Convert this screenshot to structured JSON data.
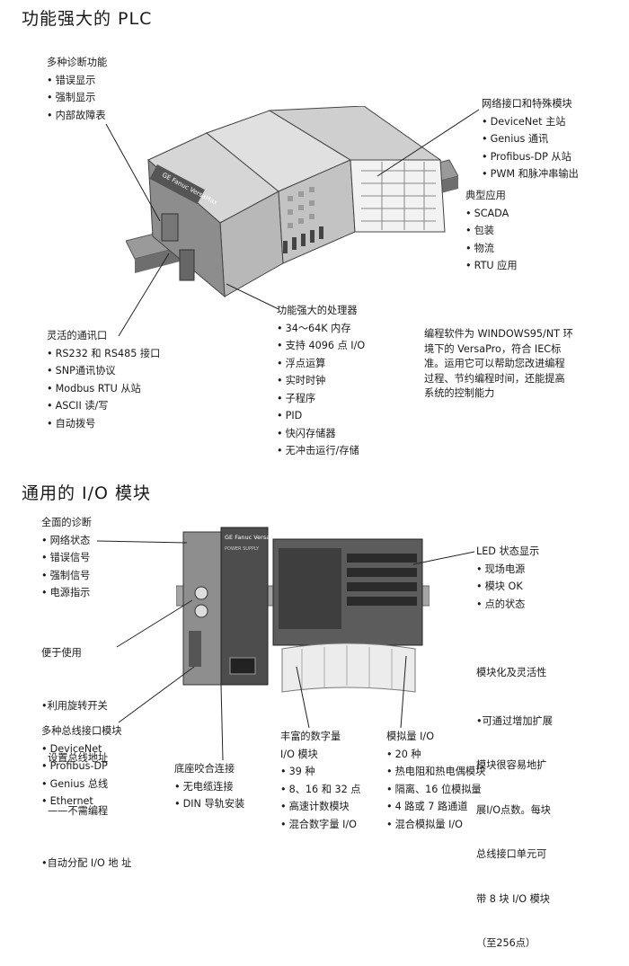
{
  "plc": {
    "title": "功能强大的 PLC",
    "diagnostics": {
      "title": "多种诊断功能",
      "items": [
        "错误显示",
        "强制显示",
        "内部故障表"
      ]
    },
    "network": {
      "title": "网络接口和特殊模块",
      "items": [
        "DeviceNet 主站",
        "Genius 通讯",
        "Profibus-DP 从站",
        "PWM 和脉冲串输出"
      ]
    },
    "applications": {
      "title": "典型应用",
      "items": [
        "SCADA",
        "包装",
        "物流",
        "RTU 应用"
      ]
    },
    "comm": {
      "title": "灵活的通讯口",
      "items": [
        "RS232 和 RS485 接口",
        "SNP通讯协议",
        "Modbus RTU 从站",
        "ASCII 读/写",
        "自动拨号"
      ]
    },
    "processor": {
      "title": "功能强大的处理器",
      "items": [
        "34～64K 内存",
        "支持 4096 点 I/O",
        "浮点运算",
        "实时时钟",
        "子程序",
        "PID",
        "快闪存储器",
        "无冲击运行/存储"
      ]
    },
    "software_note": [
      "编程软件为 WINDOWS95/NT 环",
      "境下的 VersaPro，符合 IEC标",
      "准。运用它可以帮助您改进编程",
      "过程、节约编程时间，还能提高",
      "系统的控制能力"
    ],
    "photo_label": "GE Fanuc VersaMax"
  },
  "io": {
    "title": "通用的 I/O 模块",
    "diagnostics": {
      "title": "全面的诊断",
      "items": [
        "网络状态",
        "错误信号",
        "强制信号",
        "电源指示"
      ]
    },
    "ease": {
      "title": "便于使用",
      "lines": [
        "•利用旋转开关",
        "  设置总线地址",
        "  ——不需编程",
        "•自动分配 I/O 地 址"
      ]
    },
    "bus": {
      "title": "多种总线接口模块",
      "items": [
        "DeviceNet",
        "Profibus-DP",
        "Genius 总线",
        "Ethernet"
      ]
    },
    "base": {
      "title": "底座咬合连接",
      "items": [
        "无电缆连接",
        "DIN 导轨安装"
      ]
    },
    "digital": {
      "title": "丰富的数字量",
      "title2": "I/O 模块",
      "items": [
        "39 种",
        "8、16 和 32 点",
        "高速计数模块",
        "混合数字量 I/O"
      ]
    },
    "analog": {
      "title": "模拟量 I/O",
      "items": [
        "20 种",
        "热电阻和热电偶模块",
        "隔离、16 位模拟量",
        "4 路或 7 路通道",
        "混合模拟量 I/O"
      ]
    },
    "led": {
      "title": "LED 状态显示",
      "items": [
        "现场电源",
        "模块 OK",
        "点的状态"
      ]
    },
    "modular": {
      "title": "模块化及灵活性",
      "lines": [
        "•可通过增加扩展",
        "  模块很容易地扩",
        "  展I/O点数。每块",
        "  总线接口单元可",
        "  带 8 块 I/O 模块",
        "  （至256点）"
      ]
    },
    "photo_label": "GE Fanuc VersaMax",
    "psu_label": "POWER SUPPLY"
  }
}
